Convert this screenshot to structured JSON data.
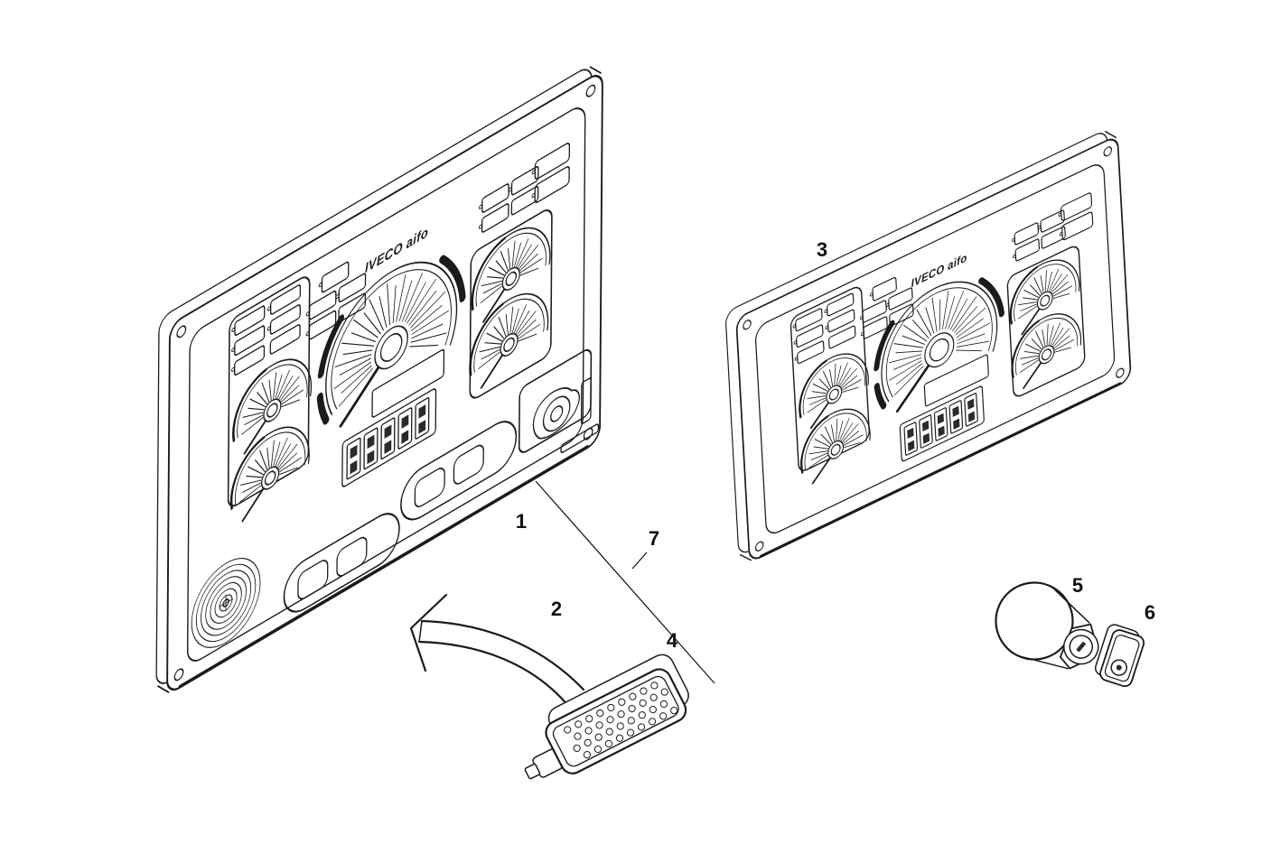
{
  "diagram": {
    "brand_logo": "IVECO aifo",
    "callouts": {
      "c1": "1",
      "c2": "2",
      "c3": "3",
      "c4": "4",
      "c5": "5",
      "c6": "6",
      "c7": "7"
    },
    "colors": {
      "line": "#1b1b1b",
      "background": "#ffffff"
    }
  }
}
